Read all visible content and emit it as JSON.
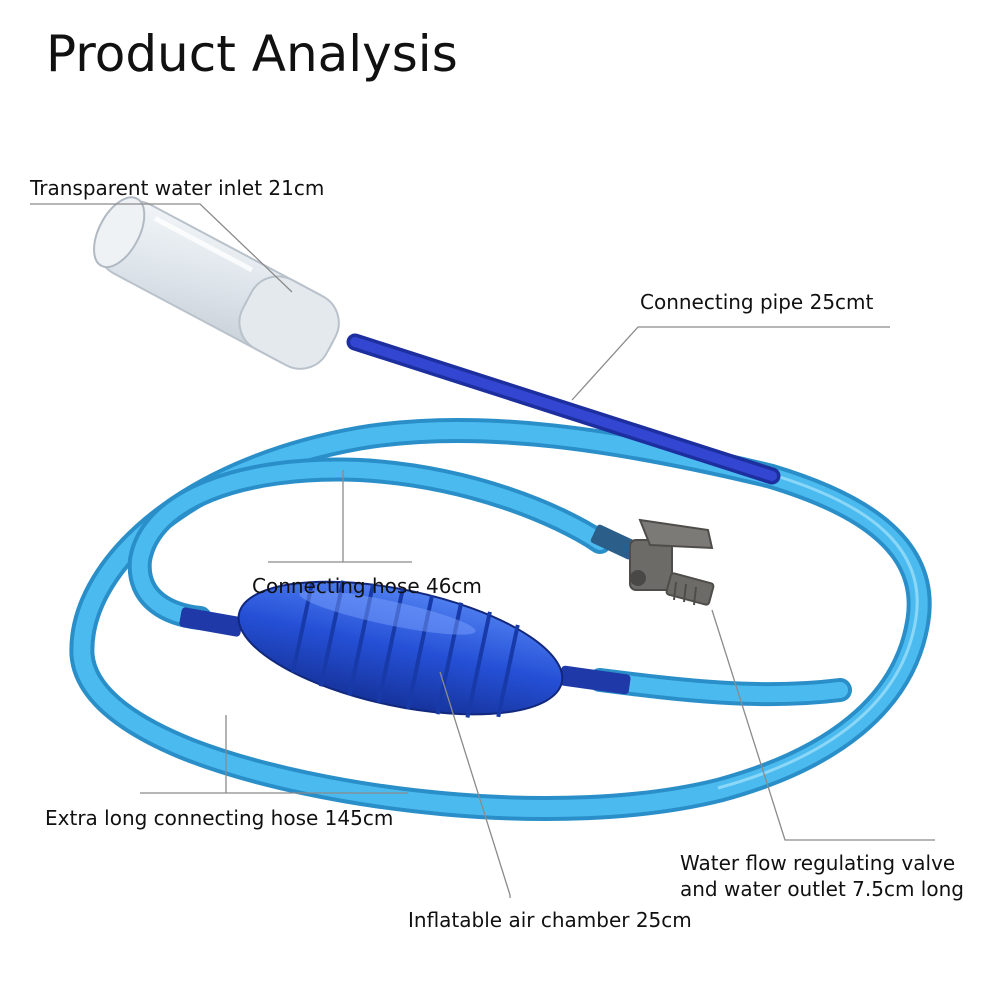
{
  "title": "Product Analysis",
  "labels": {
    "water_inlet": "Transparent water inlet 21cm",
    "connecting_pipe": "Connecting pipe 25cmt",
    "connecting_hose": "Connecting hose 46cm",
    "extra_long_hose": "Extra long connecting hose 145cm",
    "valve_line1": "Water flow regulating valve",
    "valve_line2": "and water outlet 7.5cm long",
    "air_chamber": "Inflatable air chamber 25cm"
  },
  "colors": {
    "hose": "#34a8e2",
    "pipe": "#2b3fc4",
    "bulb": "#2a55d8",
    "valve": "#6d6b68",
    "leader": "#8a8a8a"
  }
}
